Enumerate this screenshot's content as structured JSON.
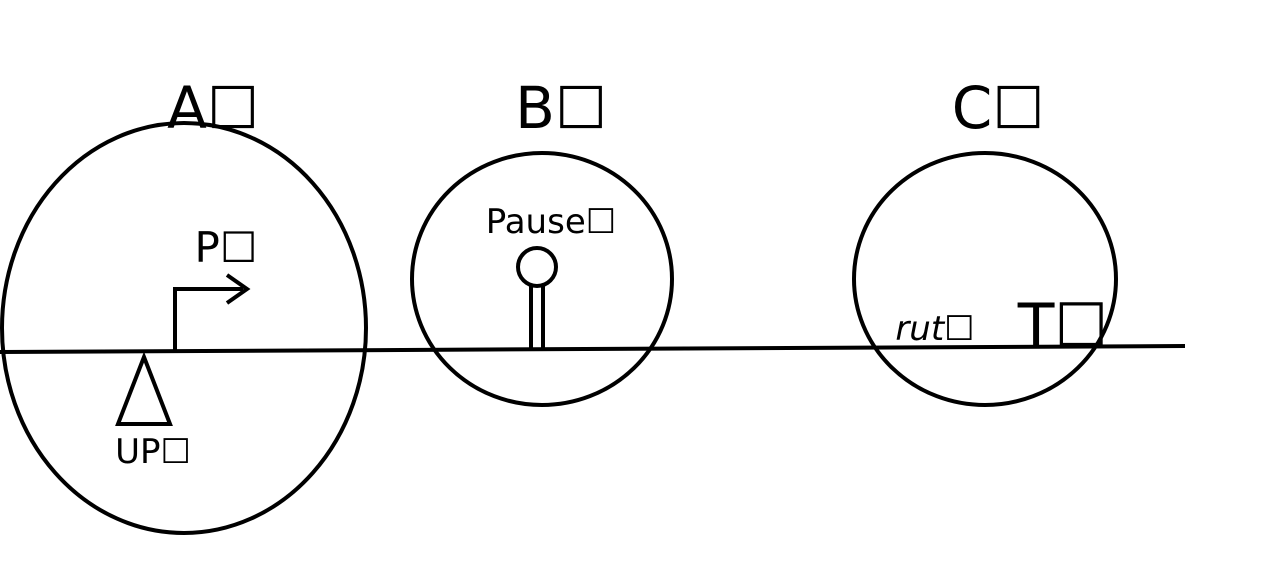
{
  "regions": [
    {
      "id": "A",
      "label": "A☐"
    },
    {
      "id": "B",
      "label": "B☐"
    },
    {
      "id": "C",
      "label": "C☐"
    }
  ],
  "elements": {
    "promoter_label": "P☐",
    "upstream_label": "UP☐",
    "pause_label": "Pause☐",
    "rut_label": "rut☐",
    "terminator_label": "T☐"
  },
  "colors": {
    "stroke": "#000000",
    "background": "#ffffff"
  }
}
